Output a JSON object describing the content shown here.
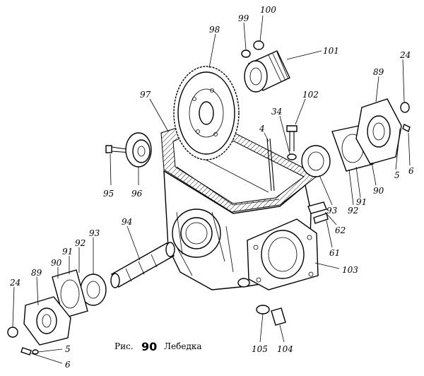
{
  "caption": {
    "prefix": "Рис.",
    "number": "90",
    "title": "Лебедка"
  },
  "labels": [
    "98",
    "99",
    "100",
    "101",
    "24",
    "89",
    "97",
    "102",
    "34",
    "4",
    "95",
    "96",
    "93",
    "92",
    "91",
    "90",
    "5",
    "6",
    "62",
    "61",
    "94",
    "103",
    "24",
    "89",
    "90",
    "91",
    "92",
    "93",
    "5",
    "6",
    "105",
    "104"
  ]
}
